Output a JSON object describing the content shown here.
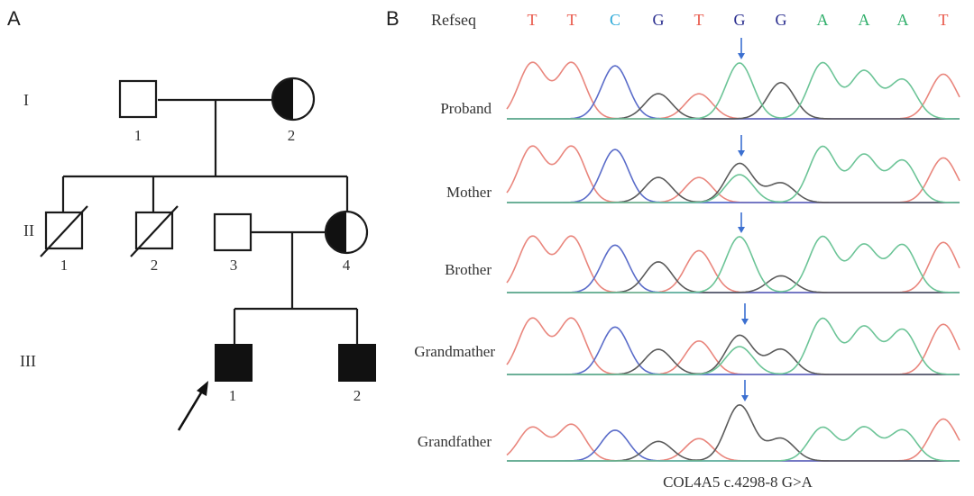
{
  "panel_a": {
    "label": "A",
    "generations": [
      "I",
      "II",
      "III"
    ],
    "individuals": {
      "I_1": "1",
      "I_2": "2",
      "II_1": "1",
      "II_2": "2",
      "II_3": "3",
      "II_4": "4",
      "III_1": "1",
      "III_2": "2"
    }
  },
  "panel_b": {
    "label": "B",
    "refseq_label": "Refseq",
    "bases": [
      "T",
      "T",
      "C",
      "G",
      "T",
      "G",
      "G",
      "A",
      "A",
      "A",
      "T"
    ],
    "traces": [
      "Proband",
      "Mother",
      "Brother",
      "Grandmather",
      "Grandfather"
    ],
    "caption": "COL4A5 c.4298-8 G>A"
  },
  "colors": {
    "T": "#e8584a",
    "C": "#29a8d8",
    "G": "#2b2f8f",
    "A": "#2fae6a",
    "trace_T": "#e9867d",
    "trace_C": "#5a6cc9",
    "trace_G": "#5b5b5b",
    "trace_A": "#6cc497",
    "arrow": "#3b6fd0",
    "baseline": "#4a6cd4"
  },
  "icons": [
    "proband-arrow-icon",
    "variant-arrow-icon"
  ]
}
